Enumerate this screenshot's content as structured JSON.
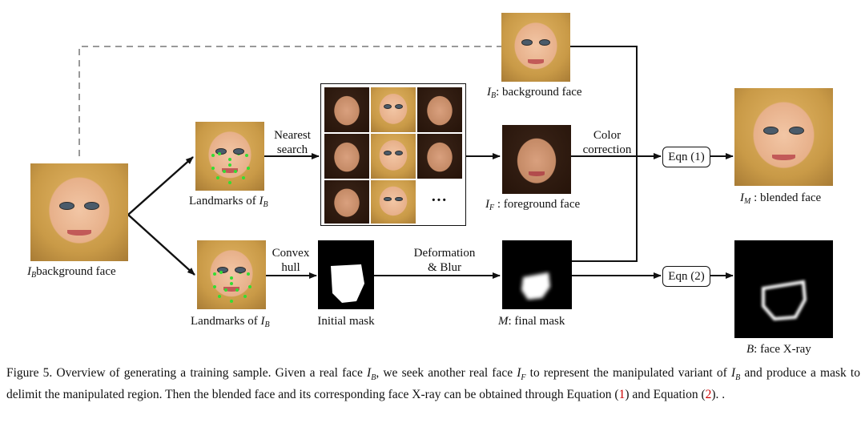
{
  "figure": {
    "labels": {
      "left_face": "background face",
      "landmarks_top": "Landmarks of ",
      "landmarks_bottom": "Landmarks of ",
      "nearest_1": "Nearest",
      "nearest_2": "search",
      "convex_1": "Convex",
      "convex_2": "hull",
      "initial_mask": "Initial mask",
      "deform_1": "Deformation",
      "deform_2": "& Blur",
      "final_mask": ": final mask",
      "top_face": ": background face",
      "foreground_face": " : foreground face",
      "color_1": "Color",
      "color_2": "correction",
      "eqn1": "Eqn (1)",
      "eqn2": "Eqn (2)",
      "blended_face": " : blended face",
      "xray": ": face X-ray",
      "ellipsis": "···"
    },
    "symbols": {
      "I": "I",
      "B": "B",
      "F": "F",
      "M": "M",
      "mask_symbol": "M",
      "xray_symbol": "B"
    }
  },
  "caption": {
    "prefix": "Figure 5. Overview of generating a training sample. Given a real face ",
    "part2": ", we seek another real face ",
    "part3": " to represent the manipulated variant of ",
    "part4": " and produce a mask to delimit the manipulated region.  Then the blended face and its corresponding face X-ray can be obtained through Equation (",
    "ref1": "1",
    "part5": ") and Equation (",
    "ref2": "2",
    "part6": "). ."
  },
  "colors": {
    "arrow": "#111111",
    "dashed": "#999999",
    "landmark": "#33dd33",
    "ref": "#cc0000"
  }
}
